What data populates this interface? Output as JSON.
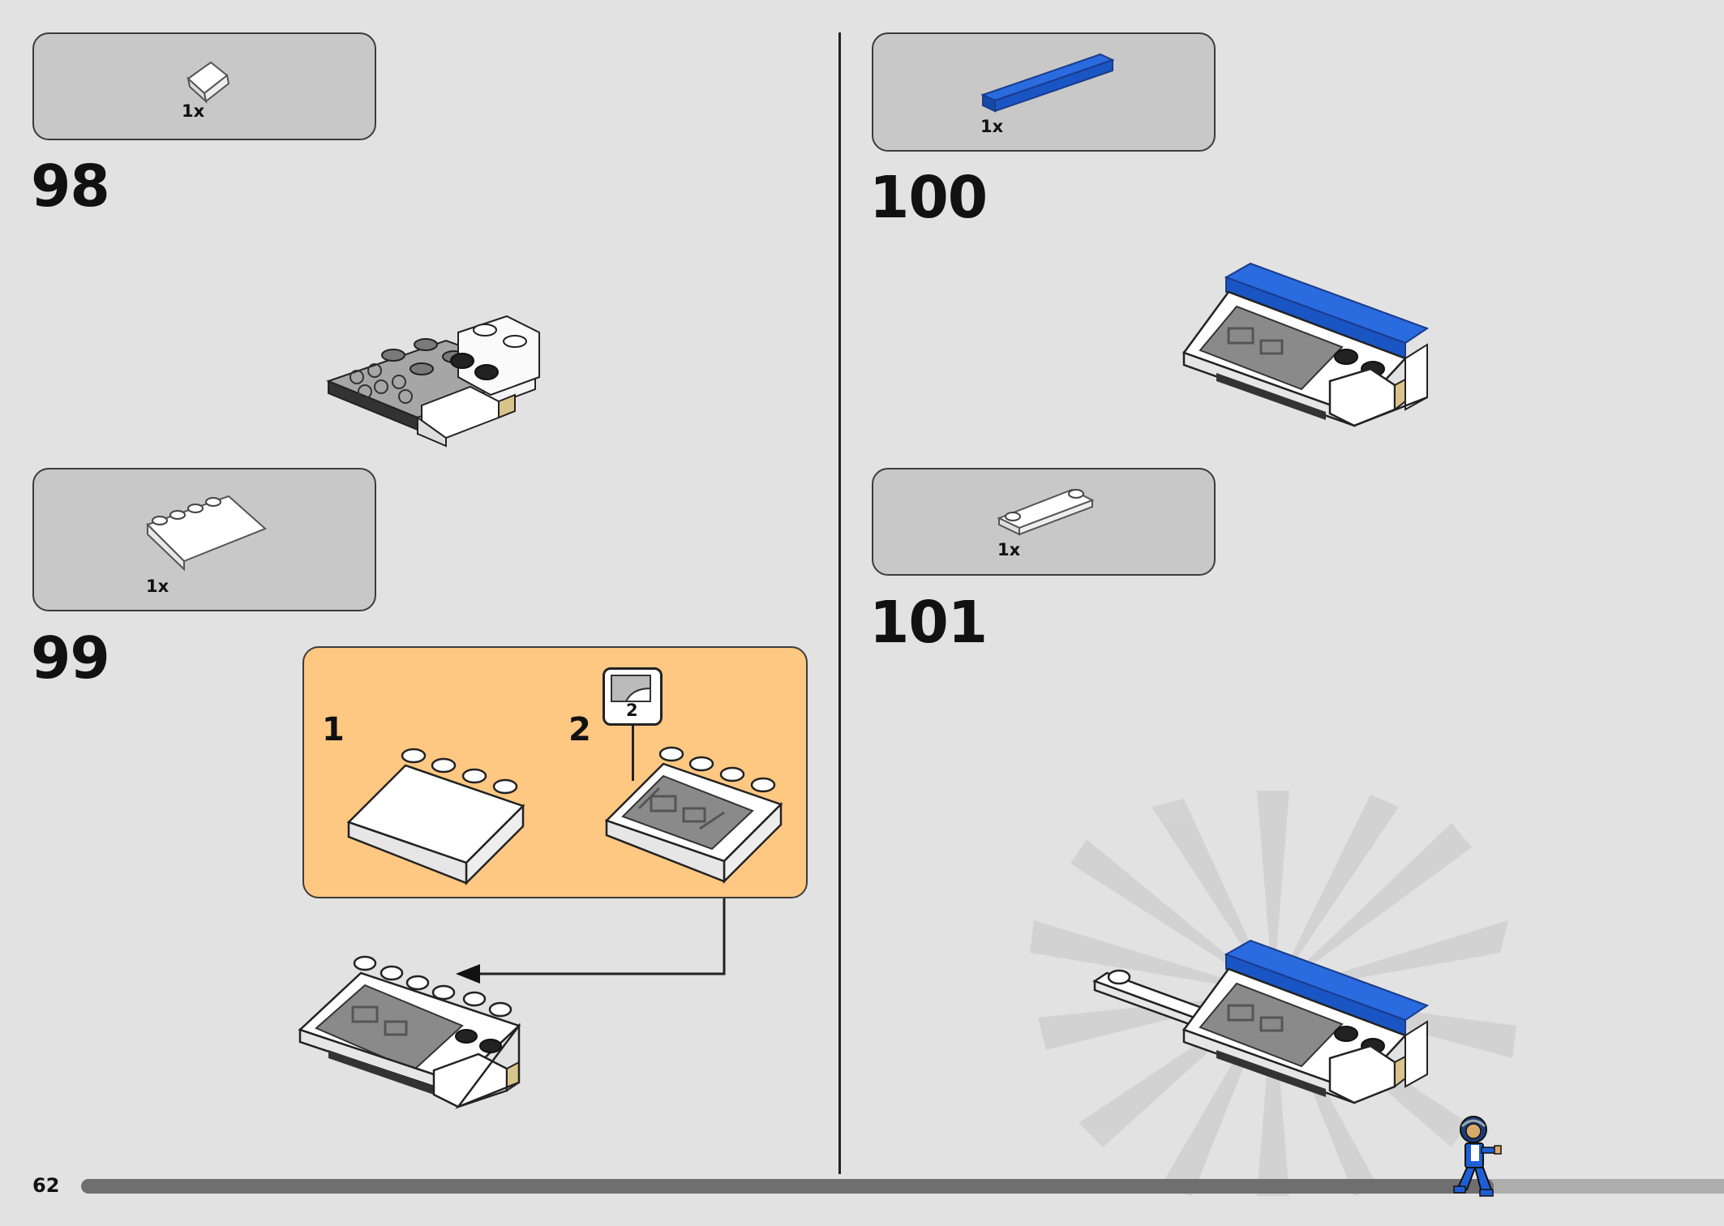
{
  "page": {
    "number": "62",
    "progress": 0.86
  },
  "steps": [
    {
      "number": "98",
      "parts": [
        {
          "qty": "1x"
        }
      ]
    },
    {
      "number": "99",
      "parts": [
        {
          "qty": "1x"
        }
      ],
      "callout": {
        "sub_steps": [
          {
            "number": "1"
          },
          {
            "number": "2"
          }
        ],
        "sticker": {
          "number": "2"
        }
      }
    },
    {
      "number": "100",
      "parts": [
        {
          "qty": "1x"
        }
      ]
    },
    {
      "number": "101",
      "parts": [
        {
          "qty": "1x"
        }
      ]
    }
  ],
  "colors": {
    "page_bg": "#e2e2e2",
    "parts_box": "#c8c8c8",
    "callout_bg": "#ffc882",
    "brick_blue": "#1f5fd6",
    "brick_white": "#ffffff",
    "brick_tan": "#d8c48a"
  }
}
